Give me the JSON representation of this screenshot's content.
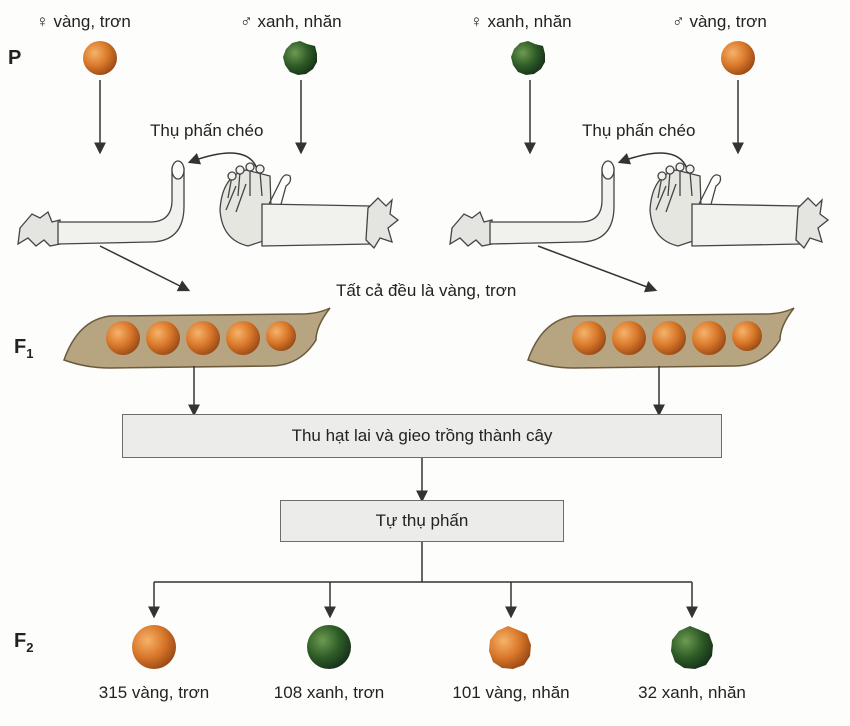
{
  "generations": {
    "p": "P",
    "f1": "F",
    "f1_sub": "1",
    "f2": "F",
    "f2_sub": "2"
  },
  "left_cross": {
    "female_label": "♀ vàng, trơn",
    "male_label": "♂ xanh, nhăn",
    "pollination": "Thụ phấn chéo"
  },
  "right_cross": {
    "female_label": "♀ xanh, nhăn",
    "male_label": "♂ vàng, trơn",
    "pollination": "Thụ phấn chéo"
  },
  "f1_result": "Tất cả đều là vàng, trơn",
  "step1": "Thu hạt lai và gieo trồng thành cây",
  "step2": "Tự thụ phấn",
  "f2_results": [
    {
      "label": "315 vàng, trơn",
      "color": "yellow",
      "shape": "smooth"
    },
    {
      "label": "108 xanh, trơn",
      "color": "green",
      "shape": "smooth"
    },
    {
      "label": "101 vàng, nhăn",
      "color": "yellow",
      "shape": "wrinkled"
    },
    {
      "label": "32 xanh, nhăn",
      "color": "green",
      "shape": "wrinkled"
    }
  ],
  "colors": {
    "yellow_pea": "#d9782a",
    "green_pea": "#2c5a24",
    "pod": "#b7a582",
    "box_fill": "#ececea",
    "line": "#333333"
  }
}
